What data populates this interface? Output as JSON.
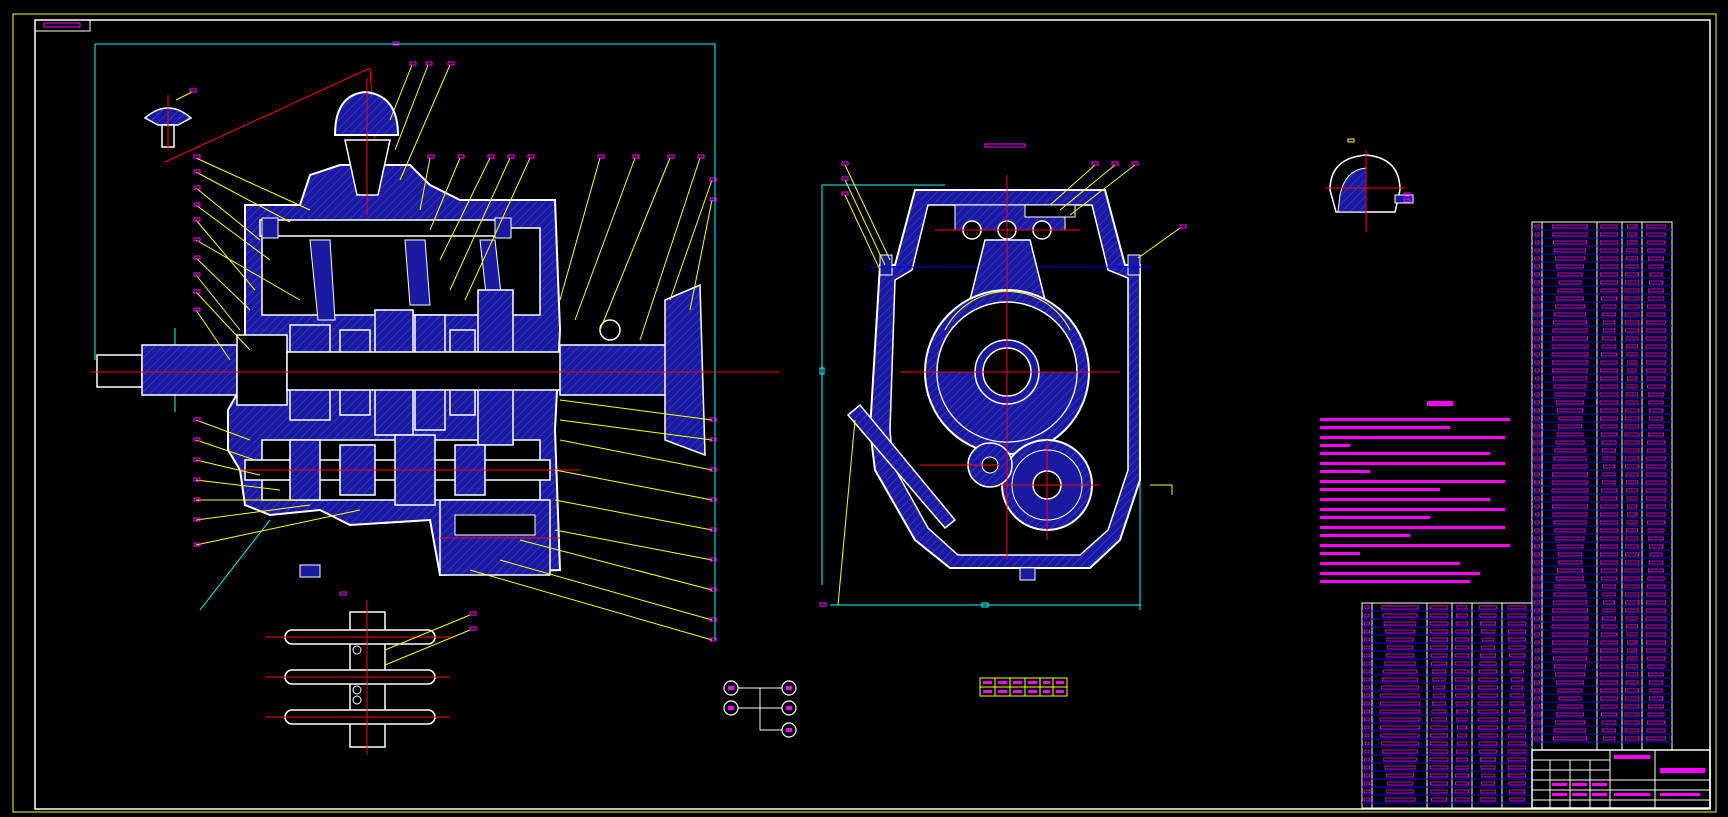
{
  "sheet": {
    "background": "#000000",
    "border_color": "#ffff00",
    "line_colors": {
      "outline": "#ffffff",
      "fill": "#1a1aa0",
      "leader": "#ffff00",
      "dimension": "#00ffff",
      "centerline": "#ff0000",
      "label": "#ff00ff",
      "table_rule": "#0000ff"
    }
  },
  "views": {
    "main_section": "gearbox-longitudinal-section",
    "side_section": "gearbox-cross-section",
    "cap_detail_left": "breather-cap-detail",
    "cap_detail_right": "cap-half-section-detail",
    "shaft_detail": "shift-rail-detail",
    "shift_pattern": "gear-shift-pattern"
  },
  "icons": {
    "balloon": "circle-balloon",
    "leader": "straight-leader-line"
  }
}
